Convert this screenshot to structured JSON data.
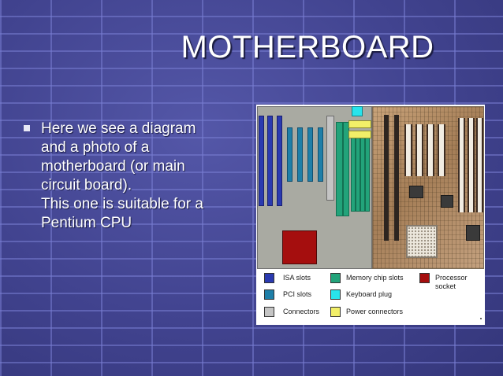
{
  "slide": {
    "title": "MOTHERBOARD",
    "bullet_lines": [
      "Here we see a diagram",
      "and a photo of a",
      "motherboard (or main",
      "circuit board).",
      "This one is suitable for a",
      "Pentium CPU"
    ]
  },
  "figure": {
    "legend": {
      "isa": "ISA slots",
      "pci": "PCI slots",
      "connectors": "Connectors",
      "memory": "Memory chip slots",
      "keyboard": "Keyboard plug",
      "power": "Power connectors",
      "processor": "Processor socket"
    }
  },
  "colors": {
    "background": "#3b3d86",
    "isa": "#2a3ab0",
    "pci": "#1f7fa8",
    "memory": "#22a37a",
    "connectors": "#c4c4c4",
    "keyboard": "#28e4ec",
    "power": "#f2ef68",
    "processor": "#a50e0e"
  }
}
